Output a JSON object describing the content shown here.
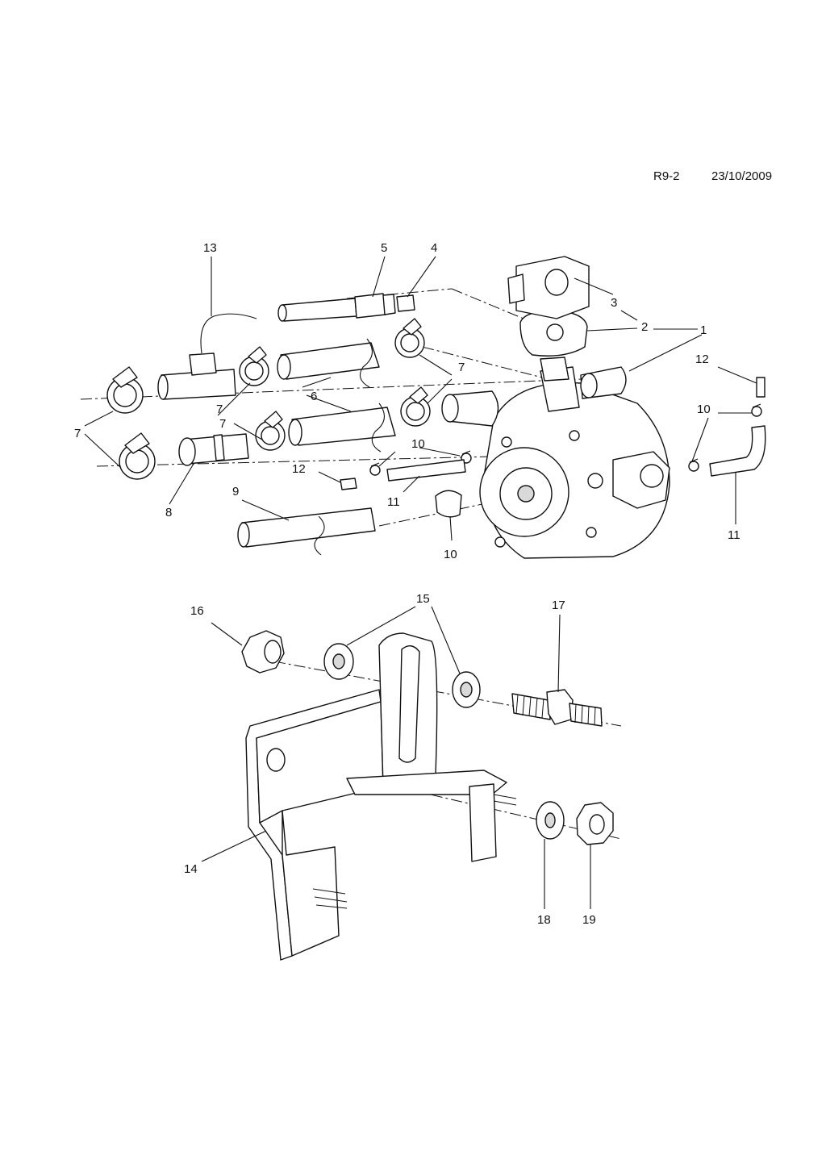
{
  "header": {
    "sheet_code": "R9-2",
    "date": "23/10/2009"
  },
  "callouts": {
    "c1": "1",
    "c2": "2",
    "c3": "3",
    "c4": "4",
    "c5": "5",
    "c6": "6",
    "c7a": "7",
    "c7b": "7",
    "c7c": "7",
    "c7d": "7",
    "c8": "8",
    "c9": "9",
    "c10a": "10",
    "c10b": "10",
    "c10c": "10",
    "c11a": "11",
    "c11b": "11",
    "c12a": "12",
    "c12b": "12",
    "c13": "13",
    "c14": "14",
    "c15": "15",
    "c16": "16",
    "c17": "17",
    "c18": "18",
    "c19": "19"
  }
}
